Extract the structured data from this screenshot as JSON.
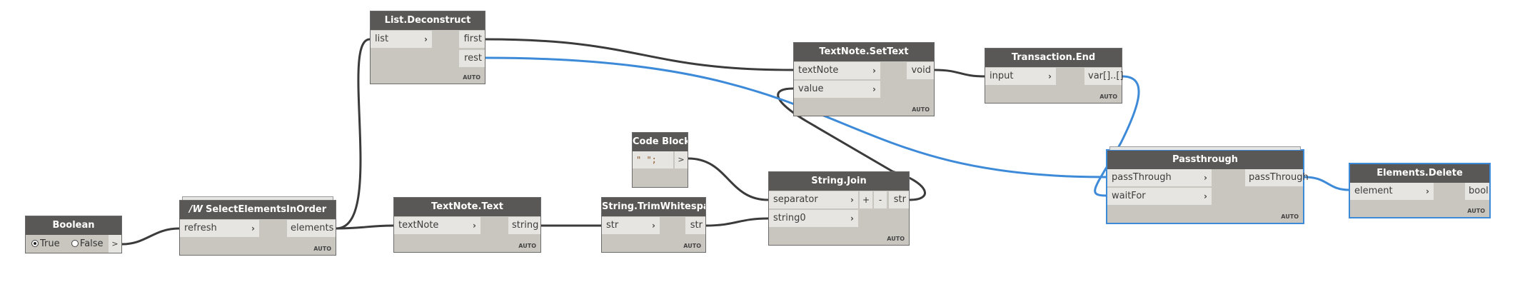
{
  "colors": {
    "wire_default": "#3b3b3b",
    "wire_selected": "#3d8ad8",
    "header": "#595856",
    "node_body": "#c9c5bf",
    "port_bg": "#e6e5e1"
  },
  "auto_label": "AUTO",
  "nodes": {
    "boolean": {
      "title": "Boolean",
      "true_label": "True",
      "false_label": "False",
      "selected_value": "True",
      "output_label": ">"
    },
    "select_elements": {
      "title": "SelectElementsInOrder",
      "icon": "rhythm-icon",
      "icon_text": "/W",
      "inputs": [
        "refresh"
      ],
      "outputs": [
        "elements"
      ]
    },
    "list_deconstruct": {
      "title": "List.Deconstruct",
      "inputs": [
        "list"
      ],
      "outputs": [
        "first",
        "rest"
      ]
    },
    "textnote_text": {
      "title": "TextNote.Text",
      "inputs": [
        "textNote"
      ],
      "outputs": [
        "string"
      ]
    },
    "trim_whitespace": {
      "title": "String.TrimWhitespace",
      "inputs": [
        "str"
      ],
      "outputs": [
        "str"
      ]
    },
    "code_block": {
      "title": "Code Block",
      "code": "\" \";",
      "output_label": ">"
    },
    "string_join": {
      "title": "String.Join",
      "inputs": [
        "separator",
        "string0"
      ],
      "outputs": [
        "str"
      ],
      "add_label": "+",
      "remove_label": "-"
    },
    "textnote_settext": {
      "title": "TextNote.SetText",
      "inputs": [
        "textNote",
        "value"
      ],
      "outputs": [
        "void"
      ]
    },
    "transaction_end": {
      "title": "Transaction.End",
      "inputs": [
        "input"
      ],
      "outputs": [
        "var[]..[]"
      ]
    },
    "passthrough": {
      "title": "Passthrough",
      "inputs": [
        "passThrough",
        "waitFor"
      ],
      "outputs": [
        "passThrough"
      ]
    },
    "elements_delete": {
      "title": "Elements.Delete",
      "inputs": [
        "element"
      ],
      "outputs": [
        "bool"
      ]
    }
  }
}
